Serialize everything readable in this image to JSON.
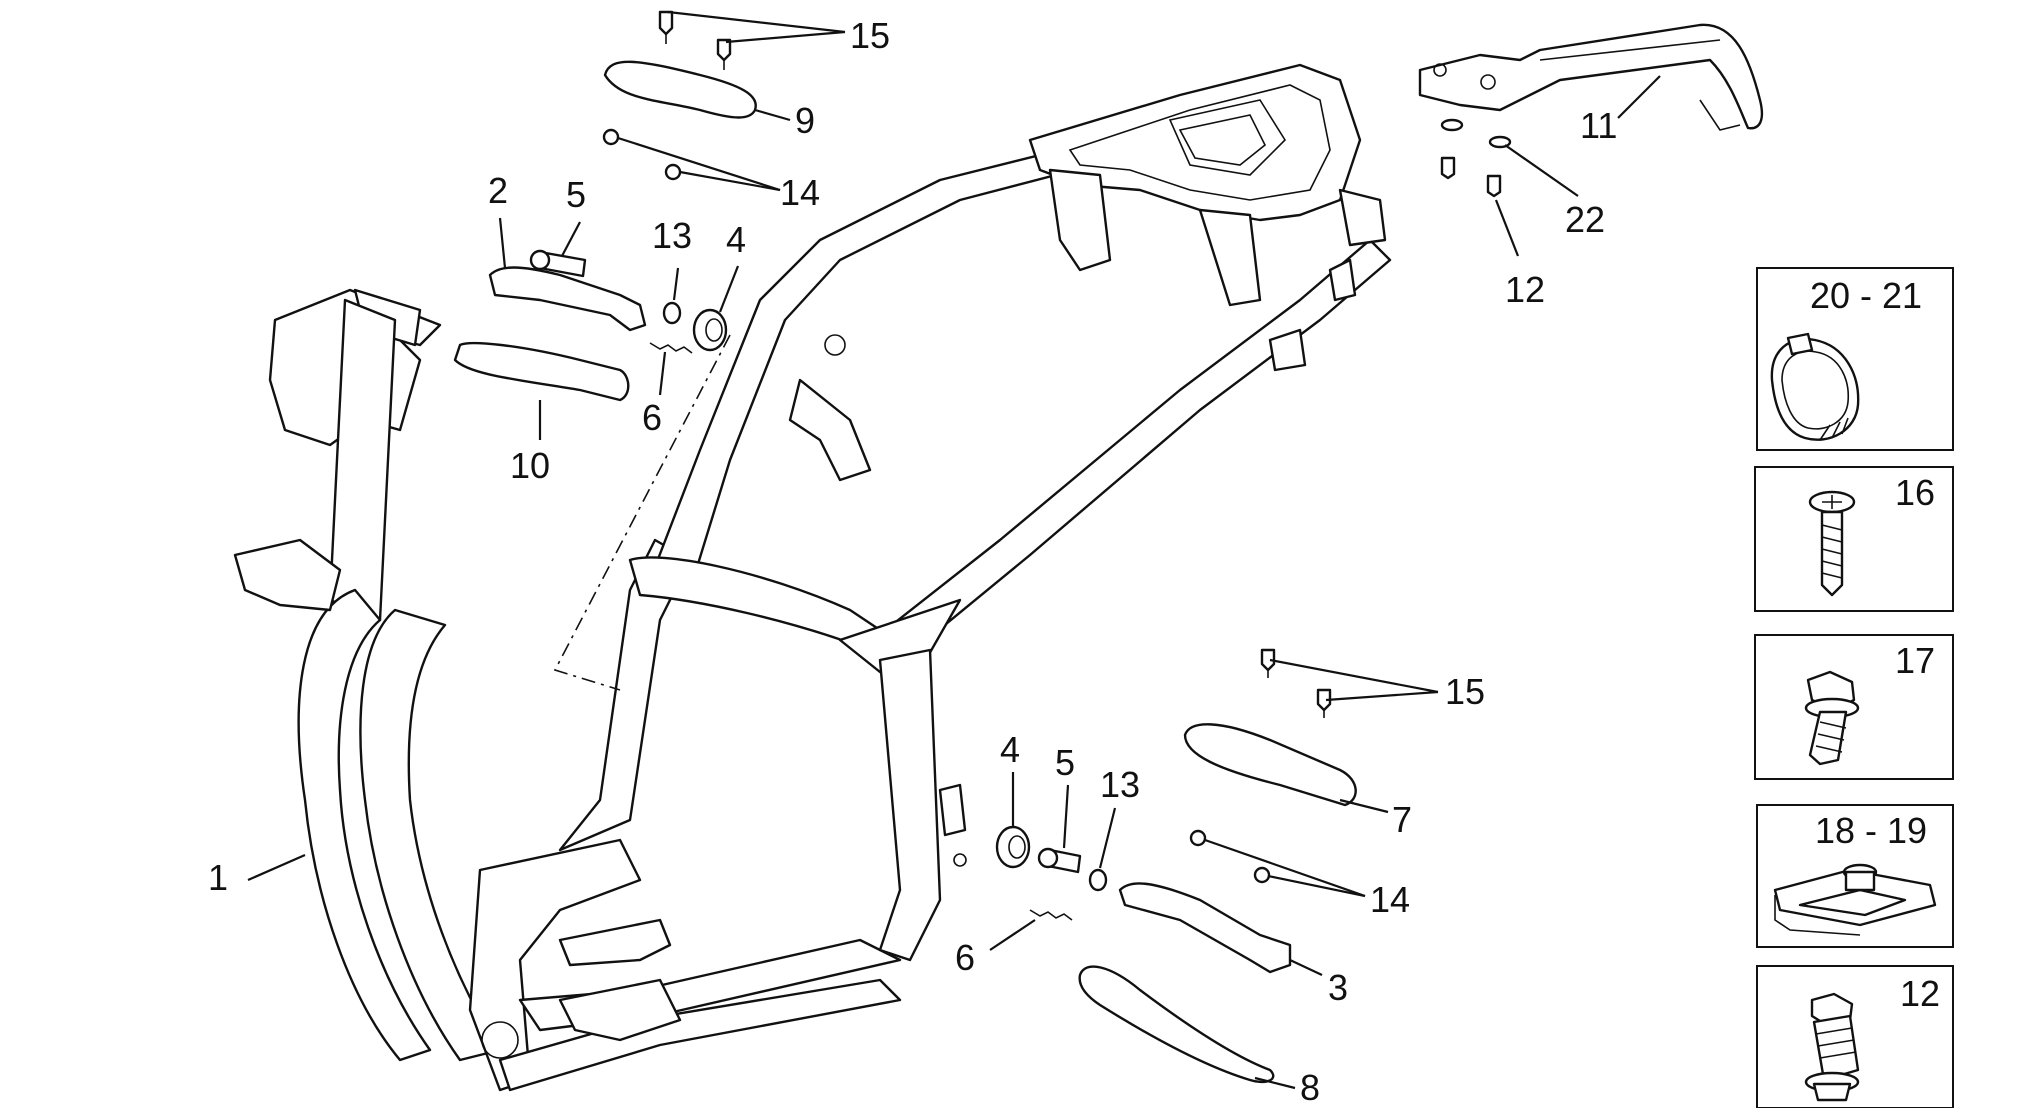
{
  "callouts": [
    {
      "id": "c15a",
      "text": "15"
    },
    {
      "id": "c9",
      "text": "9"
    },
    {
      "id": "c14a",
      "text": "14"
    },
    {
      "id": "c2",
      "text": "2"
    },
    {
      "id": "c5a",
      "text": "5"
    },
    {
      "id": "c13a",
      "text": "13"
    },
    {
      "id": "c4a",
      "text": "4"
    },
    {
      "id": "c6a",
      "text": "6"
    },
    {
      "id": "c10",
      "text": "10"
    },
    {
      "id": "c1",
      "text": "1"
    },
    {
      "id": "c11",
      "text": "11"
    },
    {
      "id": "c22",
      "text": "22"
    },
    {
      "id": "c12a",
      "text": "12"
    },
    {
      "id": "c15b",
      "text": "15"
    },
    {
      "id": "c4b",
      "text": "4"
    },
    {
      "id": "c5b",
      "text": "5"
    },
    {
      "id": "c13b",
      "text": "13"
    },
    {
      "id": "c7",
      "text": "7"
    },
    {
      "id": "c14b",
      "text": "14"
    },
    {
      "id": "c6b",
      "text": "6"
    },
    {
      "id": "c3",
      "text": "3"
    },
    {
      "id": "c8",
      "text": "8"
    }
  ],
  "detail_boxes": [
    {
      "id": "box-20-21",
      "label": "20 - 21",
      "icon": "hose-clamp-icon"
    },
    {
      "id": "box-16",
      "label": "16",
      "icon": "flat-head-screw-icon"
    },
    {
      "id": "box-17",
      "label": "17",
      "icon": "hex-flange-bolt-icon"
    },
    {
      "id": "box-18-19",
      "label": "18 - 19",
      "icon": "speed-nut-clip-icon"
    },
    {
      "id": "box-12",
      "label": "12",
      "icon": "flange-bolt-icon"
    }
  ]
}
